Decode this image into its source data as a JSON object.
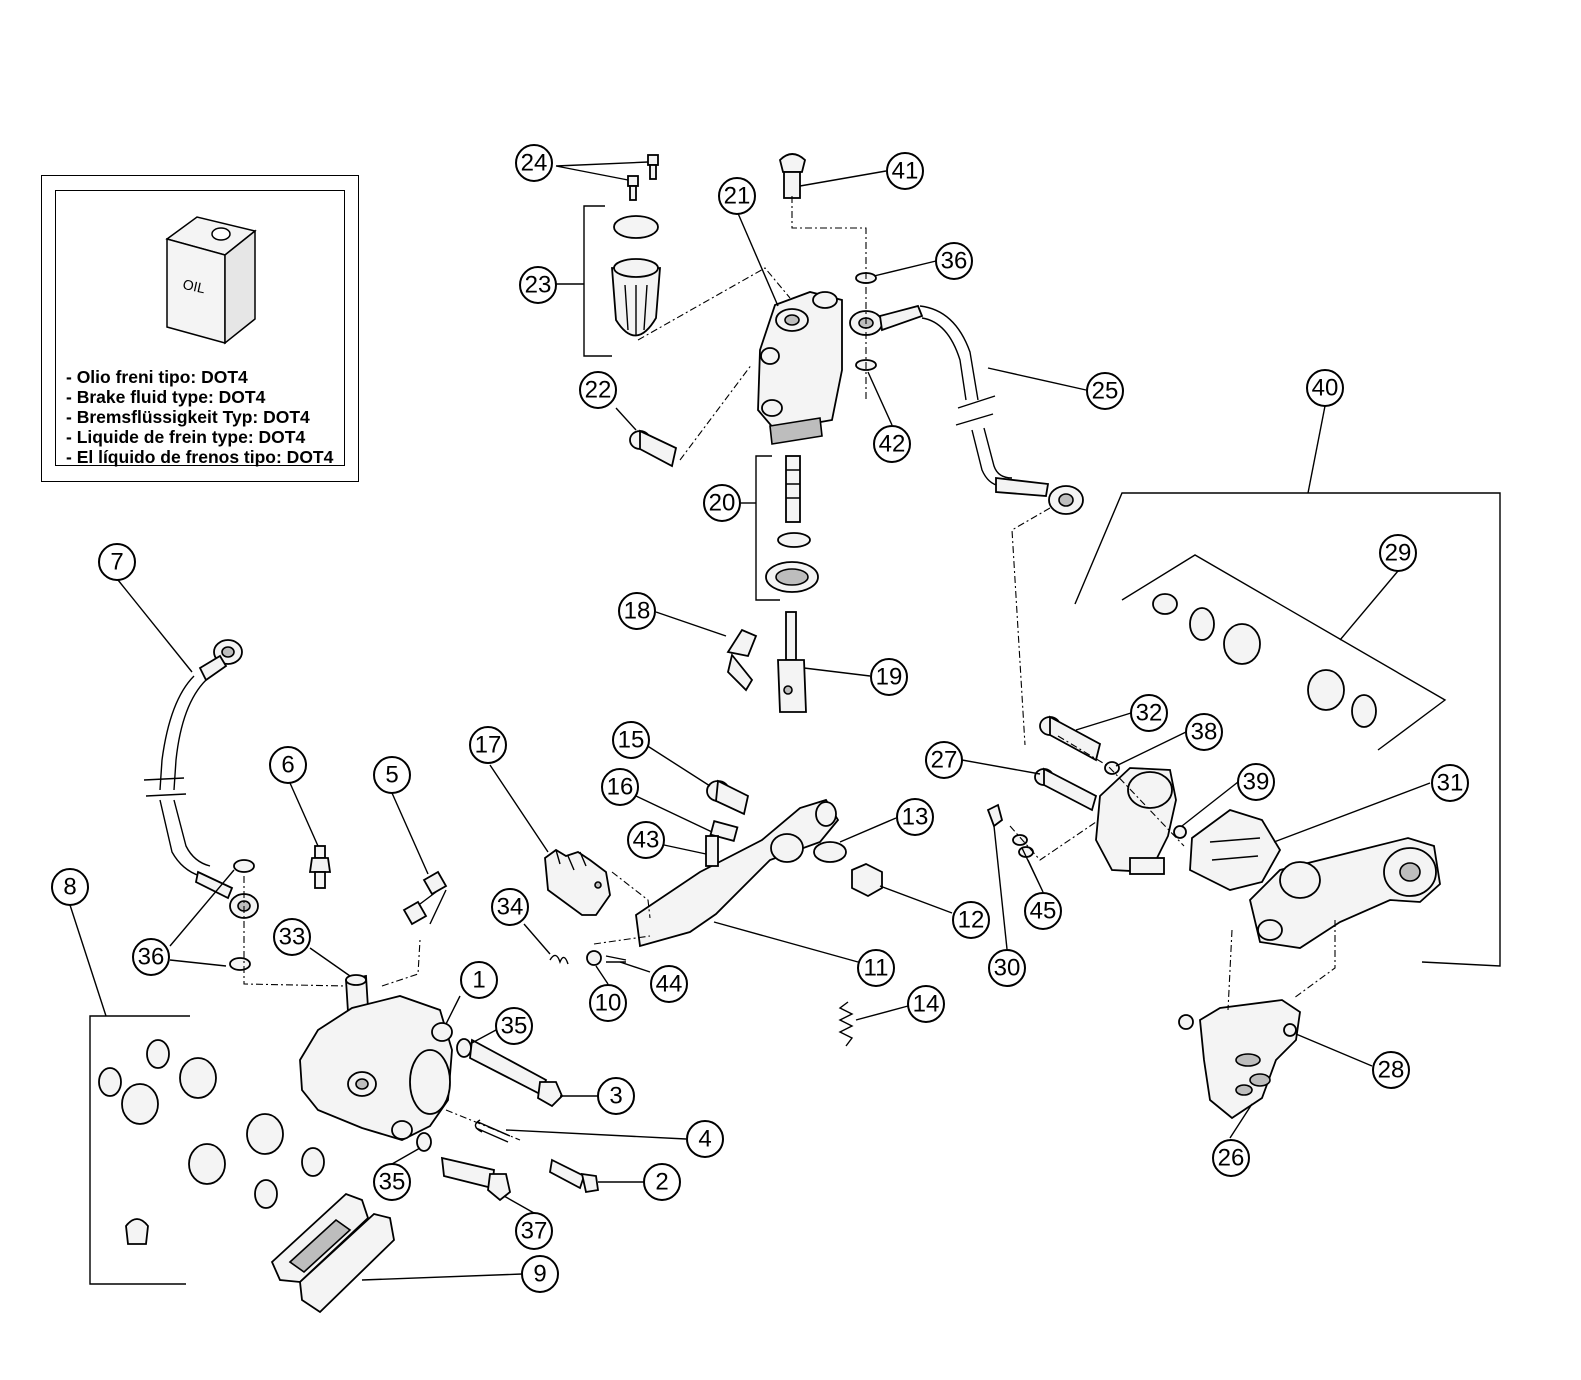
{
  "legend": {
    "can_label": "OIL",
    "lines": [
      "- Olio freni tipo: DOT4",
      "- Brake fluid type: DOT4",
      "- Bremsflüssigkeit Typ: DOT4",
      "- Liquide de frein type: DOT4",
      "- El líquido de frenos tipo: DOT4"
    ]
  },
  "callouts": [
    "1",
    "2",
    "3",
    "4",
    "5",
    "6",
    "7",
    "8",
    "9",
    "10",
    "11",
    "12",
    "13",
    "14",
    "15",
    "16",
    "17",
    "18",
    "19",
    "20",
    "21",
    "22",
    "23",
    "24",
    "25",
    "26",
    "27",
    "28",
    "29",
    "30",
    "31",
    "32",
    "33",
    "34",
    "35",
    "36",
    "37",
    "38",
    "39",
    "40",
    "41",
    "42",
    "43",
    "44",
    "45"
  ],
  "colors": {
    "line": "#000000",
    "background": "#ffffff",
    "part_fill": "#f4f4f4",
    "shade": "#bdbdbd"
  }
}
